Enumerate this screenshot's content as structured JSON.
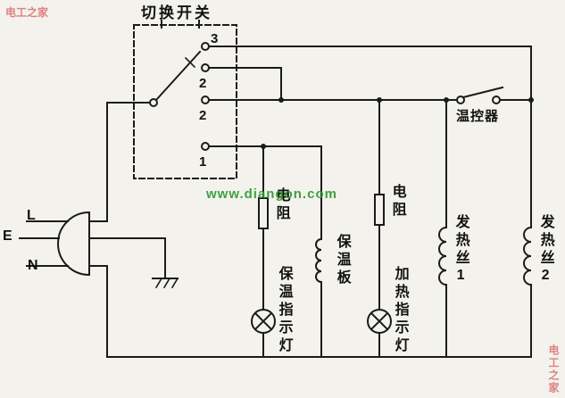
{
  "diagram": {
    "title": "切换开关",
    "plug_labels": {
      "live": "L",
      "earth": "E",
      "neutral": "N"
    },
    "contact_labels": [
      "3",
      "2",
      "2",
      "1"
    ],
    "component_labels": {
      "resistor_warm": "电阻",
      "resistor_heat": "电阻",
      "warm_plate": "保温板",
      "warm_indicator": "保温指示灯",
      "heat_indicator": "加热指示灯",
      "heater_wire_1": "发热丝1",
      "heater_wire_2": "发热丝2",
      "thermostat": "温控器"
    },
    "watermarks": {
      "site": "www.diangon.com",
      "corner_top_left": "电工之家",
      "corner_bottom_right": "电工之家"
    },
    "colors": {
      "line": "#1b1b1b",
      "background": "#f3f2ed",
      "watermark_green": "#2f9b2f",
      "watermark_red": "#cc2828"
    }
  }
}
